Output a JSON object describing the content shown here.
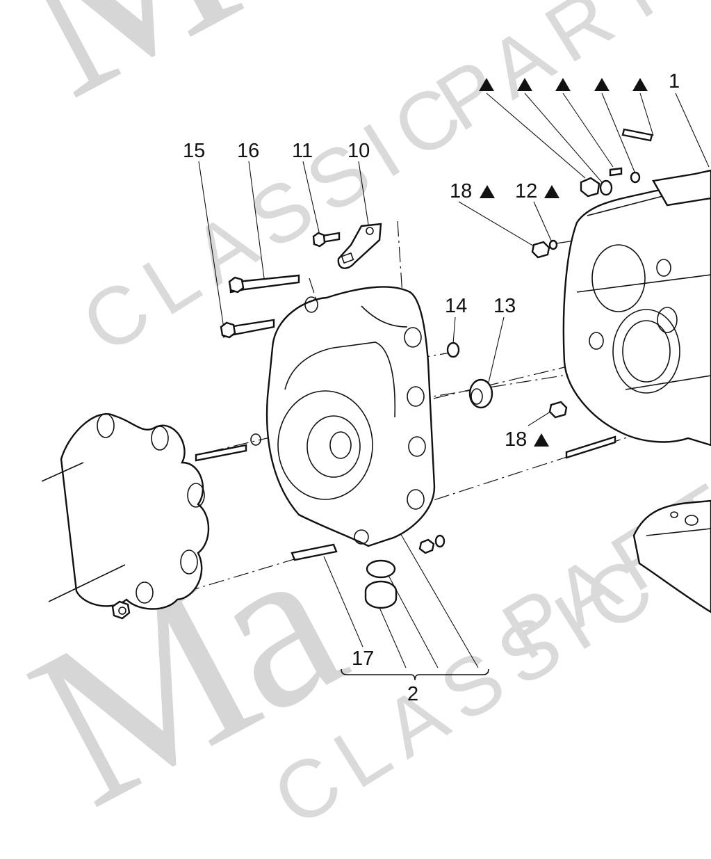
{
  "watermark": {
    "logo_text": "Ma",
    "line1": "CLASSIC PARTS",
    "line2": "CLASSIC PARTS"
  },
  "callouts": {
    "c1": "1",
    "c2": "2",
    "c10": "10",
    "c11": "11",
    "c12": "12",
    "c13": "13",
    "c14": "14",
    "c15": "15",
    "c16": "16",
    "c17": "17",
    "c18a": "18",
    "c18b": "18"
  },
  "marker_symbol": "filled-triangle",
  "colors": {
    "line": "#111111",
    "watermark": "#d6d6d6",
    "background": "#ffffff"
  }
}
